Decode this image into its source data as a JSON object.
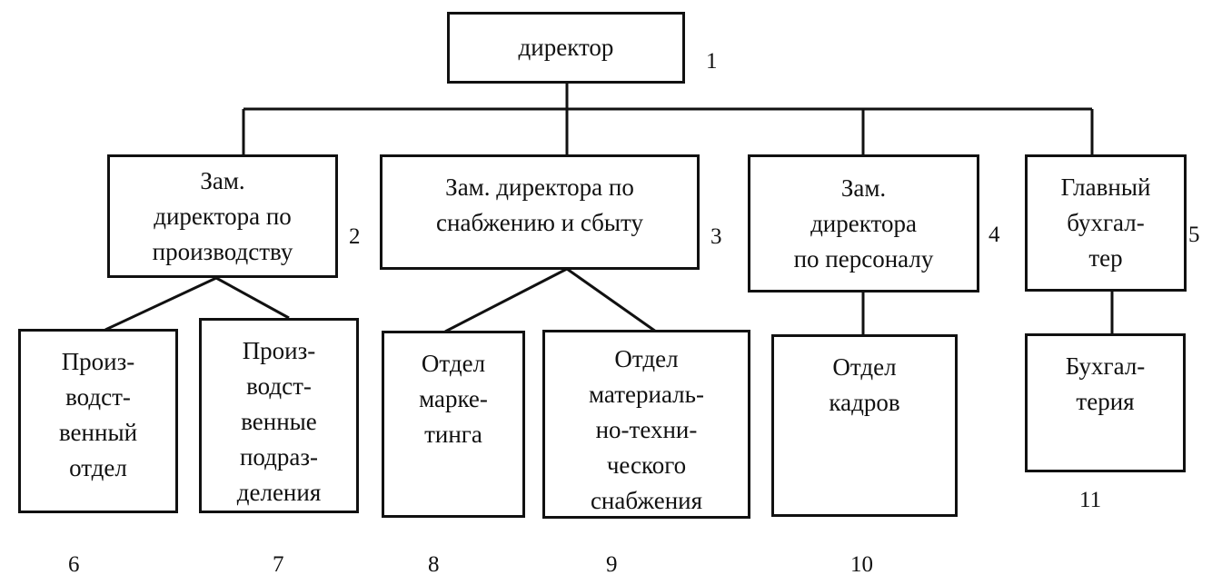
{
  "nodes": {
    "director": {
      "lines": [
        "директор"
      ],
      "number": "1"
    },
    "dep_prod": {
      "lines": [
        "Зам.",
        "директора по",
        "производству"
      ],
      "number": "2"
    },
    "dep_supply": {
      "lines": [
        "Зам. директора по",
        "снабжению и сбыту"
      ],
      "number": "3"
    },
    "dep_hr": {
      "lines": [
        "Зам.",
        "директора",
        "по персоналу"
      ],
      "number": "4"
    },
    "chief_acc": {
      "lines": [
        "Главный",
        "бухгал-",
        "тер"
      ],
      "number": "5"
    },
    "prod_dept": {
      "lines": [
        "Произ-",
        "водст-",
        "венный",
        "отдел"
      ],
      "number": "6"
    },
    "prod_units": {
      "lines": [
        "Произ-",
        "водст-",
        "венные",
        "подраз-",
        "деления"
      ],
      "number": "7"
    },
    "marketing": {
      "lines": [
        "Отдел",
        "марке-",
        "тинга"
      ],
      "number": "8"
    },
    "logistics": {
      "lines": [
        "Отдел",
        "материаль-",
        "но-техни-",
        "ческого",
        "снабжения"
      ],
      "number": "9"
    },
    "personnel": {
      "lines": [
        "Отдел",
        "кадров"
      ],
      "number": "10"
    },
    "accounting": {
      "lines": [
        "Бухгал-",
        "терия"
      ],
      "number": "11"
    }
  }
}
